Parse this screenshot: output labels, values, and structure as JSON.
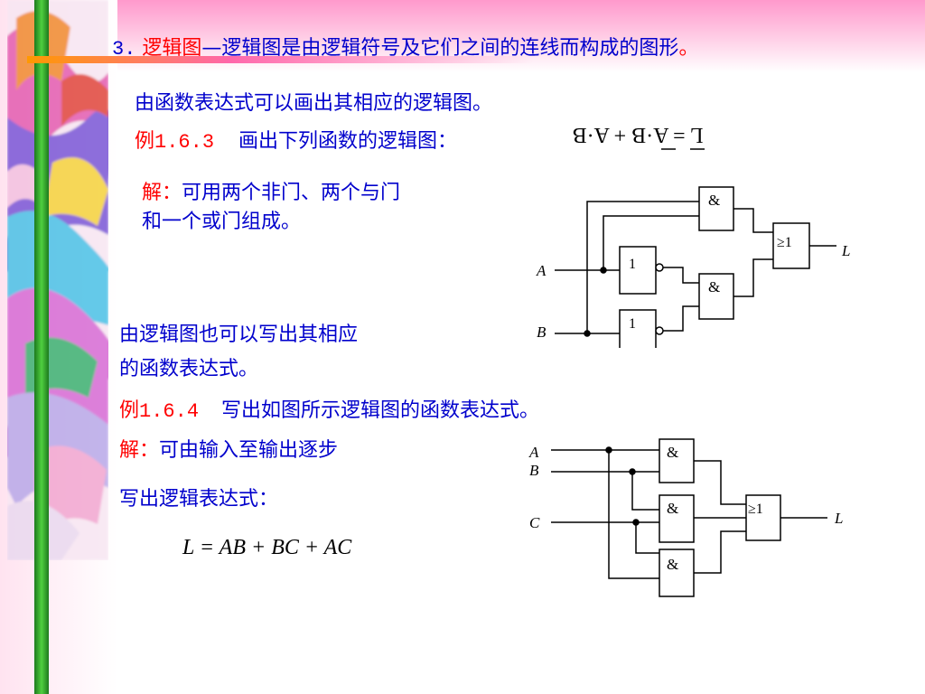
{
  "slide": {
    "heading": {
      "number": "3.",
      "term": "逻辑图",
      "dash": "—",
      "definition": "—逻辑图是由逻辑符号及它们之间的连线而构成的图形",
      "period": "。"
    },
    "intro": "由函数表达式可以画出其相应的逻辑图。",
    "example1": {
      "label": "例",
      "number": "1.6.3",
      "prompt": "画出下列函数的逻辑图：",
      "formula": "L = A·B + A·B",
      "solution_label": "解：",
      "solution_line1": "可用两个非门、两个与门",
      "solution_line2": "和一个或门组成。"
    },
    "bridge_line1": "由逻辑图也可以写出其相应",
    "bridge_line2": "的函数表达式。",
    "example2": {
      "label": "例",
      "number": "1.6.4",
      "prompt": "写出如图所示逻辑图的函数表达式。",
      "solution_label": "解：",
      "solution_text": "可由输入至输出逐步",
      "solution_line2": "写出逻辑表达式：",
      "result": "L = AB + BC + AC"
    }
  },
  "diagram1": {
    "input_a": "A",
    "input_b": "B",
    "output": "L",
    "not_gate_symbol": "1",
    "and_gate_symbol": "&",
    "or_gate_symbol": "≥1"
  },
  "diagram2": {
    "input_a": "A",
    "input_b": "B",
    "input_c": "C",
    "output": "L",
    "and_gate_symbol": "&",
    "or_gate_symbol": "≥1"
  },
  "colors": {
    "text_blue": "#0000cc",
    "text_red": "#ff0000",
    "top_band_pink": "#ff99cc",
    "green_bar": "#2e9e2e"
  }
}
